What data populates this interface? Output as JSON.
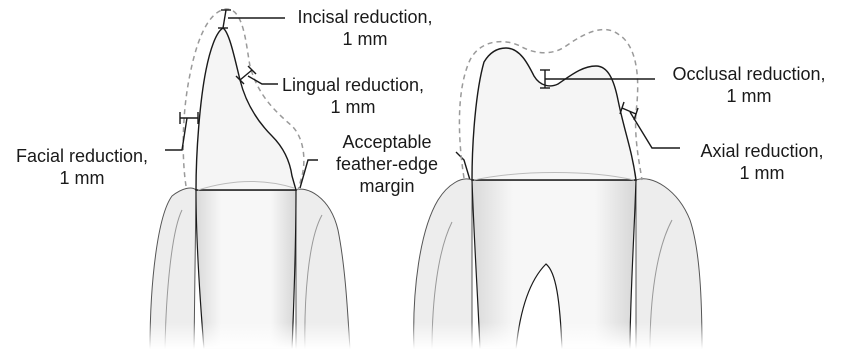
{
  "labels": {
    "incisal": {
      "line1": "Incisal reduction,",
      "line2": "1 mm"
    },
    "lingual": {
      "line1": "Lingual reduction,",
      "line2": "1 mm"
    },
    "facial": {
      "line1": "Facial reduction,",
      "line2": "1 mm"
    },
    "margin": {
      "line1": "Acceptable",
      "line2": "feather-edge",
      "line3": "margin"
    },
    "occlusal": {
      "line1": "Occlusal reduction,",
      "line2": "1 mm"
    },
    "axial": {
      "line1": "Axial reduction,",
      "line2": "1 mm"
    }
  },
  "colors": {
    "outline": "#1a1a1a",
    "dashed": "#9a9a9a",
    "tooth_fill": "#f4f4f4",
    "shadow": "#cfcfcf",
    "bone": "#ececec"
  }
}
